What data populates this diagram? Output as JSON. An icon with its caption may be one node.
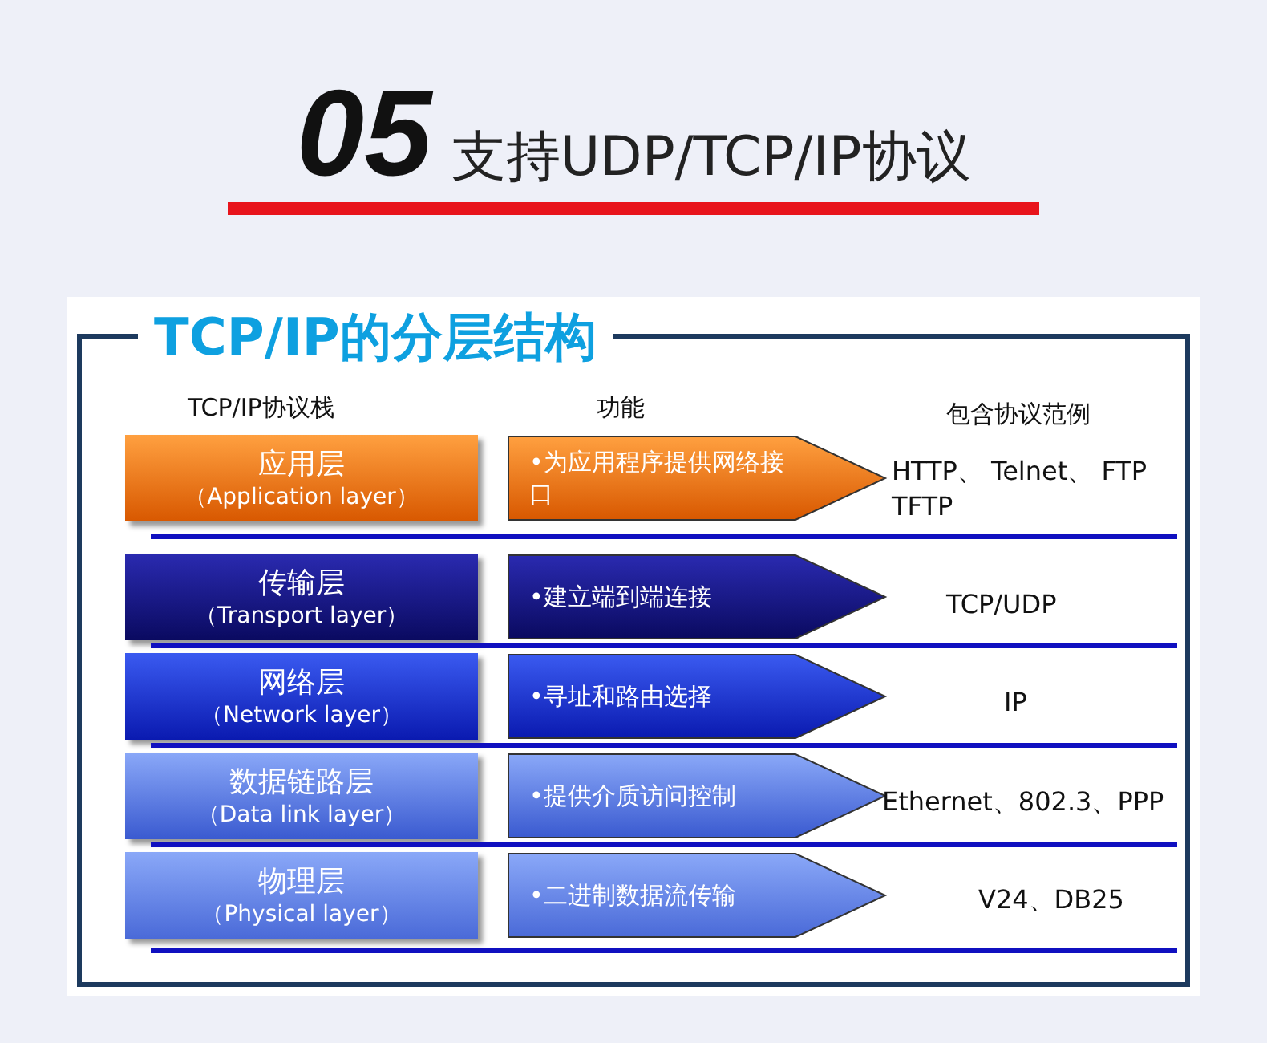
{
  "diagram": {
    "title": "支持UDP/TCP/IP协议",
    "nodes": [
      {
        "text": [
          "TCP/IP的分层结构"
        ]
      },
      {
        "text": [
          "应用层",
          "（Application layer）"
        ],
        "in": 0
      },
      {
        "text": [
          "•为应用程序提供网络接口"
        ],
        "in": 0
      },
      {
        "text": [
          "传输层",
          "（Transport layer）"
        ],
        "in": 0
      },
      {
        "text": [
          "•建立端到端连接"
        ],
        "in": 0
      },
      {
        "text": [
          "网络层",
          "（Network layer）"
        ],
        "in": 0
      },
      {
        "text": [
          "•寻址和路由选择"
        ],
        "in": 0
      },
      {
        "text": [
          "数据链路层",
          "（Data link layer）"
        ],
        "in": 0
      },
      {
        "text": [
          "•提供介质访问控制"
        ],
        "in": 0
      },
      {
        "text": [
          "物理层",
          "（Physical layer）"
        ],
        "in": 0
      },
      {
        "text": [
          "•二进制数据流传输"
        ],
        "in": 0
      }
    ],
    "edges": [],
    "labels": [
      "05",
      "TCP/IP协议栈",
      "功能",
      "包含协议范例",
      "HTTP、 Telnet、 FTP TFTP",
      "TCP/UDP",
      "IP",
      "Ethernet、802.3、PPP",
      "V24、DB25"
    ]
  }
}
